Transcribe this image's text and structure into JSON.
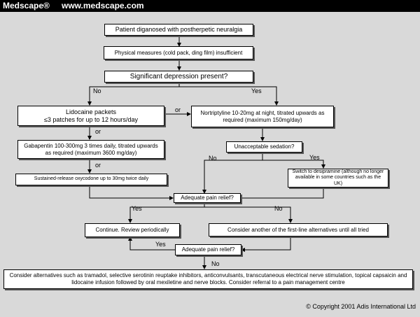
{
  "header": {
    "brand": "Medscape®",
    "url": "www.medscape.com"
  },
  "nodes": {
    "start": "Patient diganosed with postherpetic neuralgia",
    "physical": "Physical measures (cold pack, ding film) insufficient",
    "depression_q": "Significant depression present?",
    "lidocaine_line1": "Lidocaine packets",
    "lidocaine_line2": "≤3 patches for up to 12 hours/day",
    "nortriptyline": "Nortriptyline 10-20mg at night, titrated upwards as required (maximum 150mg/day)",
    "gabapentin": "Gabapentin 100-300mg 3 times daily, titrated upwards as required (maximum 3600 mg/day)",
    "sedation_q": "Unacceptable sedation?",
    "desipramine": "Switch to desipramine (although no longer available in some countries such as the UK)",
    "oxycodone": "Sustained-release oxycodone up to 30mg twice daily",
    "relief_q1": "Adequate pain relief?",
    "continue": "Continue. Review periodically",
    "consider_other": "Consider another of the first-line alternatives until all tried",
    "relief_q2": "Adequate pain relief?",
    "alternatives": "Consider alternatives such as tramadol, selective serotinin reuptake inhibitors, anticonvulsants, transcutaneous electrical nerve stimulation, topical capsaicin and lidocaine infusion followed by oral mexiletine and nerve blocks. Consider referral to a pain management centre"
  },
  "labels": {
    "no_depression": "No",
    "yes_depression": "Yes",
    "or_1": "or",
    "or_2": "or",
    "or_3": "or",
    "no_sedation": "No",
    "yes_sedation": "Yes",
    "yes_relief1": "Yes",
    "no_relief1": "No",
    "yes_relief2": "Yes",
    "no_relief2": "No"
  },
  "copyright": "© Copyright 2001 Adis International Ltd"
}
